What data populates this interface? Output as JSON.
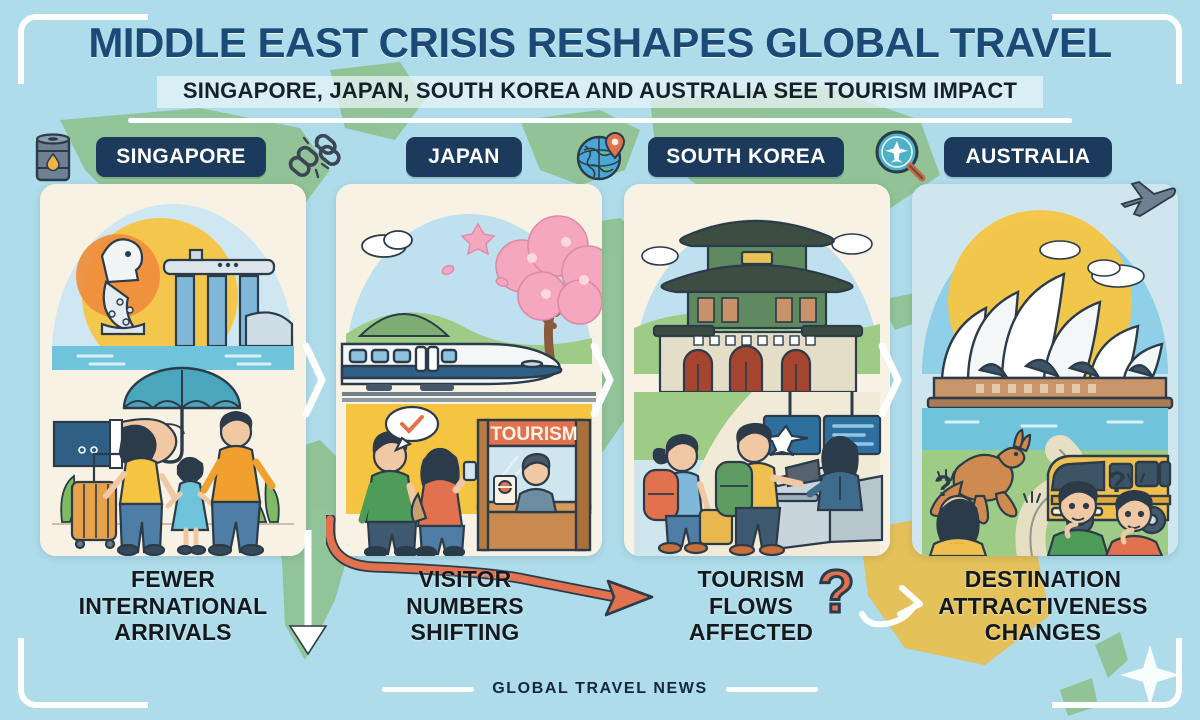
{
  "header": {
    "title": "MIDDLE EAST CRISIS RESHAPES GLOBAL TRAVEL",
    "subtitle": "SINGAPORE, JAPAN, SOUTH KOREA AND AUSTRALIA SEE TOURISM IMPACT"
  },
  "footer": {
    "source": "GLOBAL TRAVEL NEWS"
  },
  "colors": {
    "background": "#aedcea",
    "badge": "#1b3a5c",
    "title": "#1b4a76",
    "accent_orange": "#e2714f",
    "land": "#8fc191",
    "frame": "#ffffff"
  },
  "header_icons": [
    {
      "name": "oil-barrel-icon",
      "label": "oil barrel"
    },
    {
      "name": "broken-chain-icon",
      "label": "broken chain"
    },
    {
      "name": "globe-pin-icon",
      "label": "globe with location pin"
    },
    {
      "name": "magnifier-plane-icon",
      "label": "magnifier with airplane"
    }
  ],
  "panels": [
    {
      "badge": "SINGAPORE",
      "caption": "FEWER\nINTERNATIONAL\nARRIVALS",
      "illustration": "merlion, marina bay sands, hand holding umbrella over family with suitcase"
    },
    {
      "badge": "JAPAN",
      "caption": "VISITOR\nNUMBERS\nSHIFTING",
      "illustration": "shinkansen bullet train, cherry blossom tree, couple at tourism information booth"
    },
    {
      "badge": "SOUTH KOREA",
      "caption": "TOURISM\nFLOWS\nAFFECTED",
      "illustration": "gyeongbokgung palace gate, airport check-in desk with backpackers"
    },
    {
      "badge": "AUSTRALIA",
      "caption": "DESTINATION\nATTRACTIVENESS\nCHANGES",
      "illustration": "sydney opera house, kangaroo, yellow tour bus, puzzled travelers"
    }
  ],
  "booth_sign": "TOURISM",
  "connectors": [
    {
      "name": "chevron-singapore-japan",
      "type": "chevron"
    },
    {
      "name": "chevron-japan-korea",
      "type": "chevron"
    },
    {
      "name": "chevron-korea-australia",
      "type": "chevron"
    },
    {
      "name": "down-arrow-singapore",
      "type": "arrow-down"
    },
    {
      "name": "curved-flow-arrow",
      "type": "curved-arrow"
    },
    {
      "name": "question-mark",
      "type": "glyph",
      "glyph": "?"
    },
    {
      "name": "white-curved-arrow",
      "type": "arrow-right"
    }
  ]
}
